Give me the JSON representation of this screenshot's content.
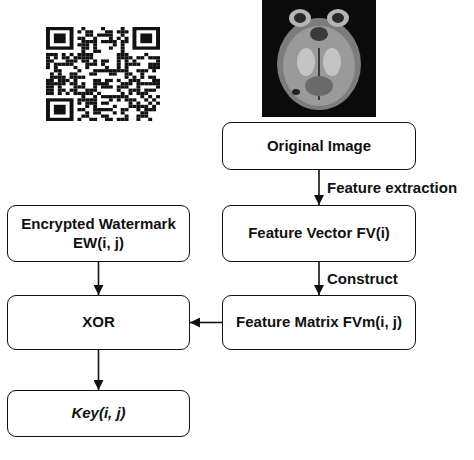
{
  "diagram": {
    "nodes": [
      {
        "text": [
          "Original Image"
        ]
      },
      {
        "text": [
          "Feature Vector FV(i)"
        ]
      },
      {
        "text": [
          "Feature Matrix FVm(i, j)"
        ]
      },
      {
        "text": [
          "Encrypted Watermark EW(i, j)"
        ]
      },
      {
        "text": [
          "XOR"
        ]
      },
      {
        "text": [
          "Key(i, j)"
        ]
      }
    ],
    "edges": [
      {
        "from": 0,
        "to": 1,
        "label": "Feature extraction",
        "arrow": "to"
      },
      {
        "from": 1,
        "to": 2,
        "label": "Construct",
        "arrow": "to"
      },
      {
        "from": 3,
        "to": 4,
        "arrow": "to"
      },
      {
        "from": 2,
        "to": 4,
        "arrow": "to"
      },
      {
        "from": 4,
        "to": 5,
        "arrow": "to"
      }
    ]
  }
}
